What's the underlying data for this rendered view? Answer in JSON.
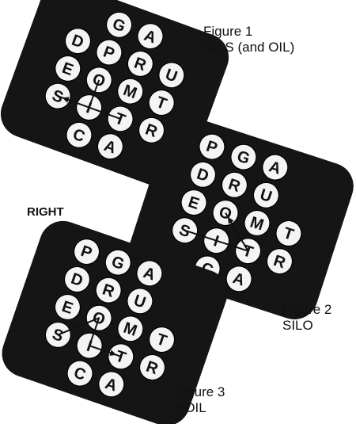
{
  "side_label": "RIGHT",
  "colors": {
    "board": "#151515",
    "tile": "#f4f4f4",
    "ink": "#111111"
  },
  "boards": [
    {
      "caption_title": "Figure 1",
      "caption_word": "OILS (and OIL)",
      "letters": [
        [
          "",
          "G",
          "A",
          ""
        ],
        [
          "D",
          "P",
          "R",
          "U"
        ],
        [
          "E",
          "O",
          "M",
          "T"
        ],
        [
          "S",
          "I",
          "T",
          "R"
        ],
        [
          "",
          "C",
          "A",
          ""
        ]
      ],
      "path_letters": [
        "O",
        "I",
        "L",
        "S"
      ]
    },
    {
      "caption_title": "Figure 2",
      "caption_word": "SILO",
      "letters": [
        [
          "P",
          "G",
          "A",
          ""
        ],
        [
          "D",
          "R",
          "U",
          ""
        ],
        [
          "E",
          "O",
          "M",
          "T"
        ],
        [
          "S",
          "I",
          "T",
          "R"
        ],
        [
          "",
          "C",
          "A",
          ""
        ]
      ],
      "path_letters": [
        "S",
        "I",
        "L",
        "O"
      ]
    },
    {
      "caption_title": "Figure 3",
      "caption_word": "SOIL",
      "letters": [
        [
          "P",
          "G",
          "A",
          ""
        ],
        [
          "D",
          "R",
          "U",
          ""
        ],
        [
          "E",
          "O",
          "M",
          "T"
        ],
        [
          "S",
          "I",
          "T",
          "R"
        ],
        [
          "",
          "C",
          "A",
          ""
        ]
      ],
      "path_letters": [
        "S",
        "O",
        "I",
        "L"
      ]
    }
  ]
}
